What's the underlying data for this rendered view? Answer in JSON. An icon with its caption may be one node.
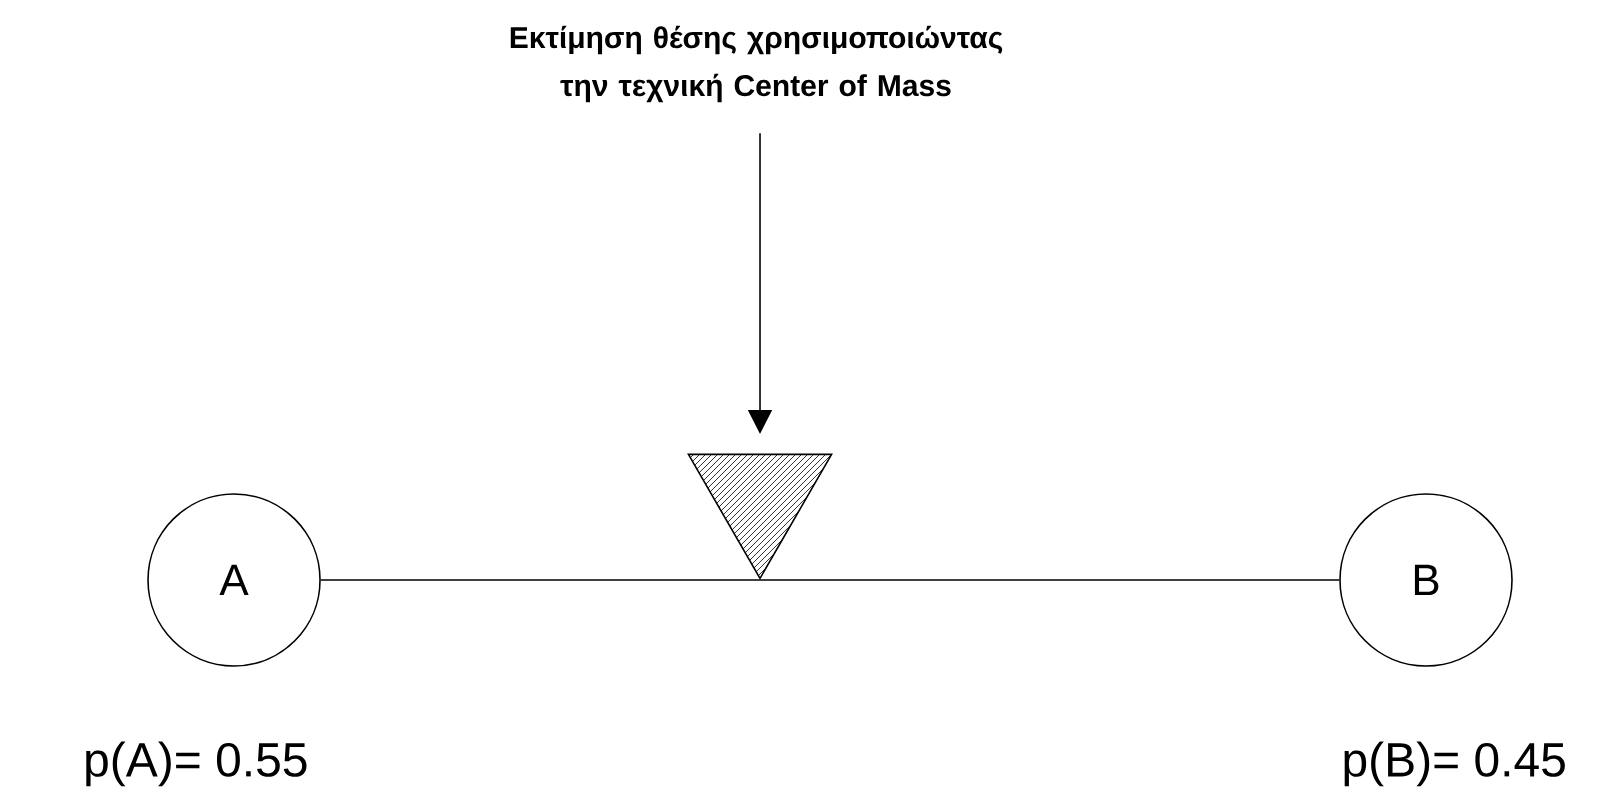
{
  "diagram": {
    "nodes": [
      {
        "text": [
          "Εκτίμηση θέσης χρησιμοποιώντας την τεχνική Center of Mass"
        ]
      },
      {
        "text": [],
        "shape": "triangle"
      },
      {
        "text": [
          "A"
        ],
        "beside": [
          "p(A)= 0.55"
        ]
      },
      {
        "text": [
          "B"
        ],
        "beside": [
          "p(B)= 0.45"
        ]
      }
    ],
    "edges": [
      {
        "from": 0,
        "to": 1,
        "arrow": "to"
      },
      {
        "from": 2,
        "to": 3,
        "arrow": "none"
      }
    ]
  }
}
